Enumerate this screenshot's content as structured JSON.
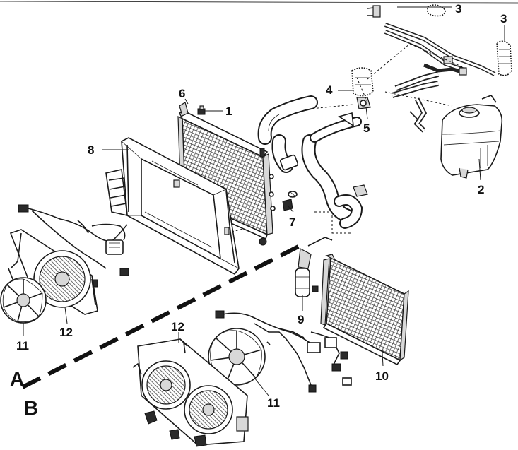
{
  "diagram": {
    "callouts": [
      {
        "id": "c1",
        "text": "1"
      },
      {
        "id": "c2",
        "text": "2"
      },
      {
        "id": "c3a",
        "text": "3"
      },
      {
        "id": "c3b",
        "text": "3"
      },
      {
        "id": "c4",
        "text": "4"
      },
      {
        "id": "c5",
        "text": "5"
      },
      {
        "id": "c6",
        "text": "6"
      },
      {
        "id": "c7",
        "text": "7"
      },
      {
        "id": "c8",
        "text": "8"
      },
      {
        "id": "c9",
        "text": "9"
      },
      {
        "id": "c10",
        "text": "10"
      },
      {
        "id": "c11a",
        "text": "11"
      },
      {
        "id": "c11b",
        "text": "11"
      },
      {
        "id": "c12a",
        "text": "12"
      },
      {
        "id": "c12b",
        "text": "12"
      }
    ],
    "sections": {
      "a": "A",
      "b": "B"
    }
  }
}
